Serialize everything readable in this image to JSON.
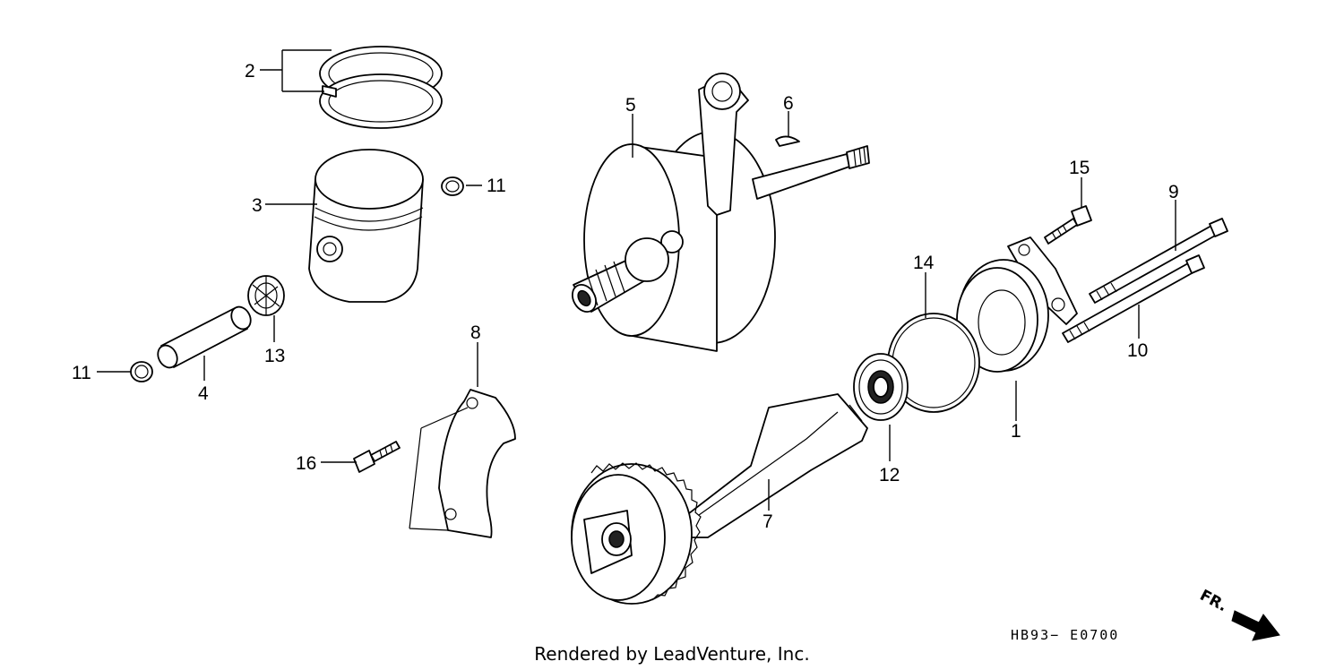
{
  "callouts": [
    {
      "id": "c1",
      "text": "1"
    },
    {
      "id": "c2",
      "text": "2"
    },
    {
      "id": "c3",
      "text": "3"
    },
    {
      "id": "c4",
      "text": "4"
    },
    {
      "id": "c5",
      "text": "5"
    },
    {
      "id": "c6",
      "text": "6"
    },
    {
      "id": "c7",
      "text": "7"
    },
    {
      "id": "c8",
      "text": "8"
    },
    {
      "id": "c9",
      "text": "9"
    },
    {
      "id": "c10",
      "text": "10"
    },
    {
      "id": "c11a",
      "text": "11"
    },
    {
      "id": "c11b",
      "text": "11"
    },
    {
      "id": "c12",
      "text": "12"
    },
    {
      "id": "c13",
      "text": "13"
    },
    {
      "id": "c14",
      "text": "14"
    },
    {
      "id": "c15",
      "text": "15"
    },
    {
      "id": "c16",
      "text": "16"
    }
  ],
  "diagram_code": "HB93− E0700",
  "direction_label": "FR.",
  "footer": "Rendered by LeadVenture, Inc."
}
